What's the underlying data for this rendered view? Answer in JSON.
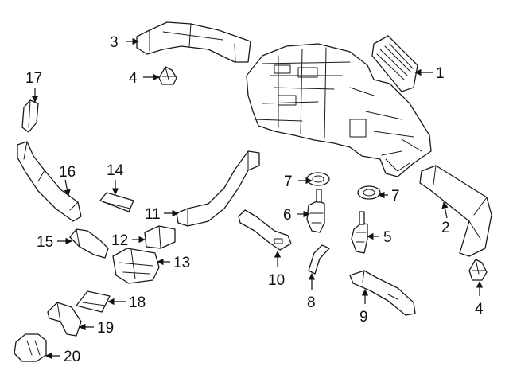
{
  "callouts": [
    {
      "id": "c1",
      "label": "1"
    },
    {
      "id": "c2",
      "label": "2"
    },
    {
      "id": "c3",
      "label": "3"
    },
    {
      "id": "c4a",
      "label": "4"
    },
    {
      "id": "c4b",
      "label": "4"
    },
    {
      "id": "c5",
      "label": "5"
    },
    {
      "id": "c6",
      "label": "6"
    },
    {
      "id": "c7a",
      "label": "7"
    },
    {
      "id": "c7b",
      "label": "7"
    },
    {
      "id": "c8",
      "label": "8"
    },
    {
      "id": "c9",
      "label": "9"
    },
    {
      "id": "c10",
      "label": "10"
    },
    {
      "id": "c11",
      "label": "11"
    },
    {
      "id": "c12",
      "label": "12"
    },
    {
      "id": "c13",
      "label": "13"
    },
    {
      "id": "c14",
      "label": "14"
    },
    {
      "id": "c15",
      "label": "15"
    },
    {
      "id": "c16",
      "label": "16"
    },
    {
      "id": "c17",
      "label": "17"
    },
    {
      "id": "c18",
      "label": "18"
    },
    {
      "id": "c19",
      "label": "19"
    },
    {
      "id": "c20",
      "label": "20"
    }
  ]
}
